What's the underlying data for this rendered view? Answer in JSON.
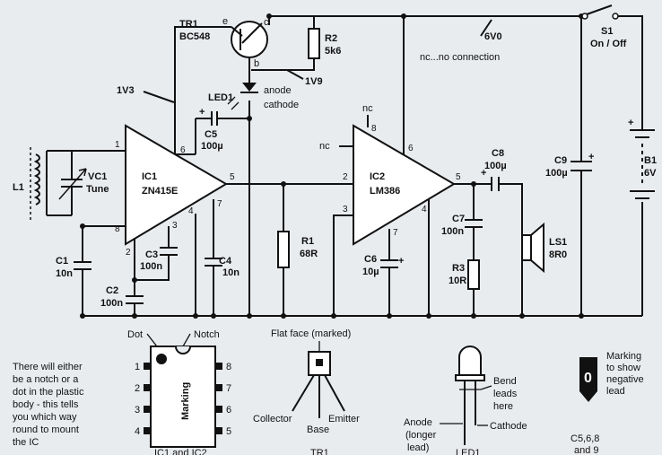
{
  "ic1": {
    "ref": "IC1",
    "part": "ZN415E",
    "pins": [
      "1",
      "6",
      "5",
      "4",
      "7",
      "3",
      "8",
      "2"
    ]
  },
  "ic2": {
    "ref": "IC2",
    "part": "LM386",
    "pins": [
      "2",
      "3",
      "6",
      "8",
      "5",
      "4",
      "7"
    ],
    "nc_top": "nc",
    "nc_left": "nc"
  },
  "tr1": {
    "ref": "TR1",
    "part": "BC548",
    "e": "e",
    "c": "c",
    "b": "b"
  },
  "r2": {
    "ref": "R2",
    "value": "5k6"
  },
  "led1": {
    "ref": "LED1",
    "anode": "anode",
    "cathode": "cathode"
  },
  "volt_1v9": "1V9",
  "volt_1v3": "1V3",
  "volt_6v0": "6V0",
  "nc_note": "nc...no connection",
  "switch": {
    "ref": "S1",
    "label": "On / Off"
  },
  "battery": {
    "ref": "B1",
    "value": "6V"
  },
  "c5": {
    "ref": "C5",
    "value": "100µ"
  },
  "vc1": {
    "ref": "VC1",
    "label": "Tune"
  },
  "l1": {
    "ref": "L1"
  },
  "c1": {
    "ref": "C1",
    "value": "10n"
  },
  "c2": {
    "ref": "C2",
    "value": "100n"
  },
  "c3": {
    "ref": "C3",
    "value": "100n"
  },
  "c4": {
    "ref": "C4",
    "value": "10n"
  },
  "r1": {
    "ref": "R1",
    "value": "68R"
  },
  "c6": {
    "ref": "C6",
    "value": "10µ"
  },
  "c7": {
    "ref": "C7",
    "value": "100n"
  },
  "r3": {
    "ref": "R3",
    "value": "10R"
  },
  "c8": {
    "ref": "C8",
    "value": "100µ"
  },
  "c9": {
    "ref": "C9",
    "value": "100µ"
  },
  "ls1": {
    "ref": "LS1",
    "value": "8R0"
  },
  "ic_pinout": {
    "dot": "Dot",
    "notch": "Notch",
    "marking": "Marking",
    "left_pins": [
      "1",
      "2",
      "3",
      "4"
    ],
    "right_pins": [
      "8",
      "7",
      "6",
      "5"
    ],
    "caption": "IC1 and IC2",
    "note_lines": [
      "There will either",
      "be a notch or a",
      "dot in the plastic",
      "body - this tells",
      "you which way",
      "round to mount",
      "the IC"
    ]
  },
  "tr_pinout": {
    "flat": "Flat face (marked)",
    "collector": "Collector",
    "base": "Base",
    "emitter": "Emitter",
    "caption": "TR1"
  },
  "led_pinout": {
    "bend": [
      "Bend",
      "leads",
      "here"
    ],
    "cathode": "Cathode",
    "anode": [
      "Anode",
      "(longer",
      "lead)"
    ],
    "caption": "LED1"
  },
  "cap_marking": {
    "symbol": "0",
    "text": [
      "Marking",
      "to show",
      "negative",
      "lead"
    ],
    "caption": [
      "C5,6,8",
      "and 9"
    ]
  }
}
